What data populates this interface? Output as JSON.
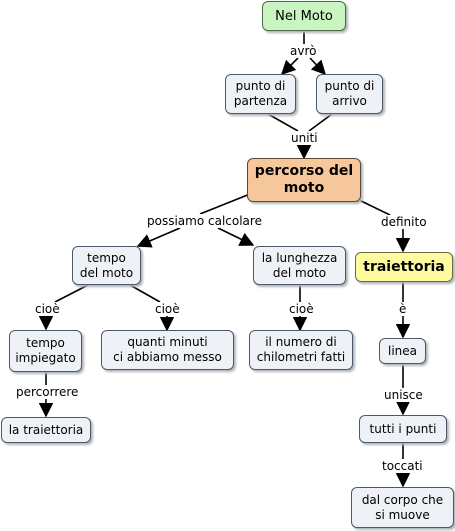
{
  "nodes": {
    "nel_moto": "Nel Moto",
    "punto_partenza": "punto di\npartenza",
    "punto_arrivo": "punto di\narrivo",
    "percorso": "percorso del\nmoto",
    "tempo_moto": "tempo\ndel moto",
    "lunghezza": "la lunghezza\ndel moto",
    "traiettoria": "traiettoria",
    "tempo_impiegato": "tempo\nimpiegato",
    "quanti_minuti": "quanti minuti\nci abbiamo messo",
    "numero_chilometri": "il numero di\nchilometri fatti",
    "linea": "linea",
    "la_traiettoria": "la traiettoria",
    "tutti_punti": "tutti i punti",
    "dal_corpo": "dal corpo che\nsi muove"
  },
  "links": {
    "avro": "avrò",
    "uniti": "uniti",
    "possiamo_calcolare": "possiamo calcolare",
    "definito": "definito",
    "cioe_1": "cioè",
    "cioe_2": "cioè",
    "cioe_3": "cioè",
    "e": "è",
    "percorrere": "percorrere",
    "unisce": "unisce",
    "toccati": "toccati"
  },
  "colors": {
    "root_fill": "#c9f5c0",
    "main_fill": "#f7c79c",
    "highlight_fill": "#fdfb9e",
    "node_fill": "#eef2f6"
  }
}
